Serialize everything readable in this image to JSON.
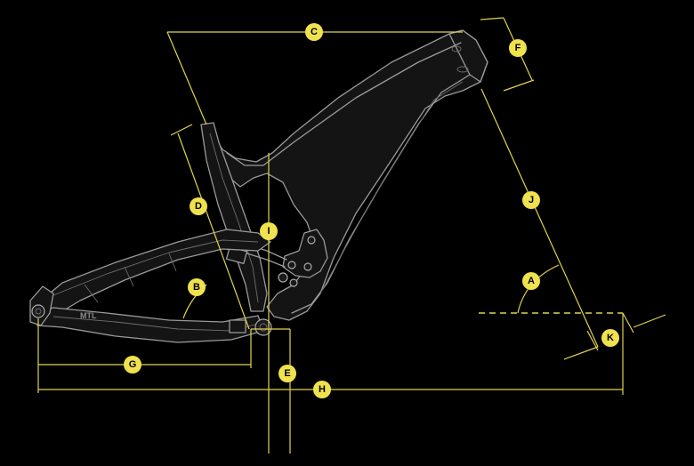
{
  "diagram": {
    "background": "#000000",
    "frame_color": "#9a9a9a",
    "dimension_color": "#e0d44c",
    "badge_color": "#f0e24f",
    "frame_decal": "MTL"
  },
  "dimensions": [
    {
      "id": "A",
      "label": "A"
    },
    {
      "id": "B",
      "label": "B"
    },
    {
      "id": "C",
      "label": "C"
    },
    {
      "id": "D",
      "label": "D"
    },
    {
      "id": "E",
      "label": "E"
    },
    {
      "id": "F",
      "label": "F"
    },
    {
      "id": "G",
      "label": "G"
    },
    {
      "id": "H",
      "label": "H"
    },
    {
      "id": "I",
      "label": "I"
    },
    {
      "id": "J",
      "label": "J"
    },
    {
      "id": "K",
      "label": "K"
    }
  ]
}
